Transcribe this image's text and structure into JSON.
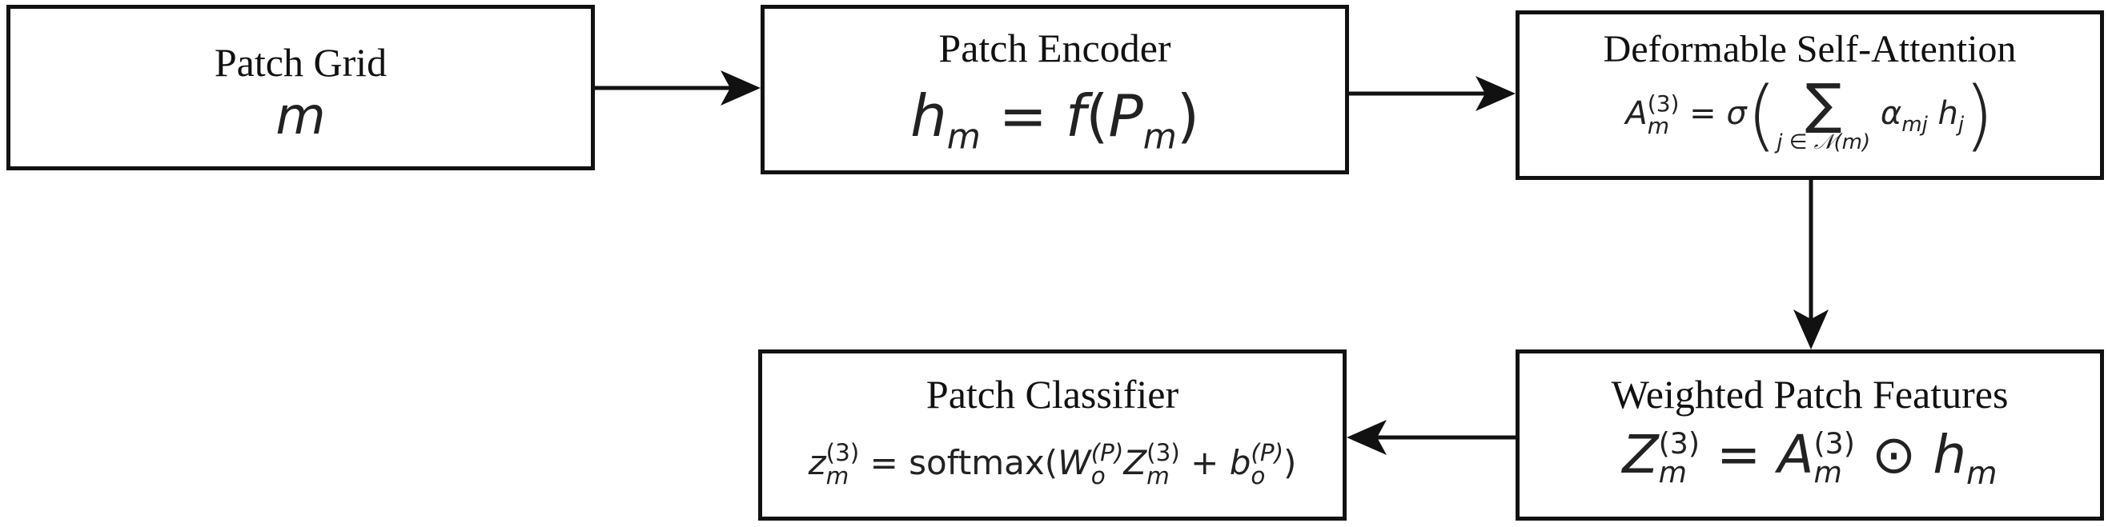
{
  "nodes": {
    "patch_grid": {
      "title": "Patch Grid",
      "formula": "m"
    },
    "patch_encoder": {
      "title": "Patch Encoder",
      "formula": {
        "lhs": "h",
        "lhs_sub": "m",
        "eq": "=",
        "f": "f",
        "open": "(",
        "P": "P",
        "P_sub": "m",
        "close": ")"
      }
    },
    "deformable_attention": {
      "title": "Deformable Self-Attention",
      "formula": {
        "A": "A",
        "A_sub": "m",
        "A_sup": "(3)",
        "eq": "=",
        "sigma": "σ",
        "open": "(",
        "sum": "∑",
        "sum_index": "j ∈ 𝒩(m)",
        "alpha": "α",
        "alpha_sub": "mj",
        "h": "h",
        "h_sub": "j",
        "close": ")"
      }
    },
    "weighted_features": {
      "title": "Weighted Patch Features",
      "formula": {
        "Z": "Z",
        "Z_sub": "m",
        "Z_sup": "(3)",
        "eq": "=",
        "A": "A",
        "A_sub": "m",
        "A_sup": "(3)",
        "odot": "⊙",
        "h": "h",
        "h_sub": "m"
      }
    },
    "patch_classifier": {
      "title": "Patch Classifier",
      "formula": {
        "z": "z",
        "z_sub": "m",
        "z_sup": "(3)",
        "eq": "=",
        "fn": "softmax(",
        "W": "W",
        "W_sub": "o",
        "W_sup": "(P)",
        "Z": "Z",
        "Z_sub": "m",
        "Z_sup": "(3)",
        "plus": "+",
        "b": "b",
        "b_sub": "o",
        "b_sup": "(P)",
        "close": ")"
      }
    }
  },
  "colors": {
    "stroke": "#111111",
    "text": "#111111",
    "formula_text": "#222222",
    "background": "#ffffff"
  }
}
